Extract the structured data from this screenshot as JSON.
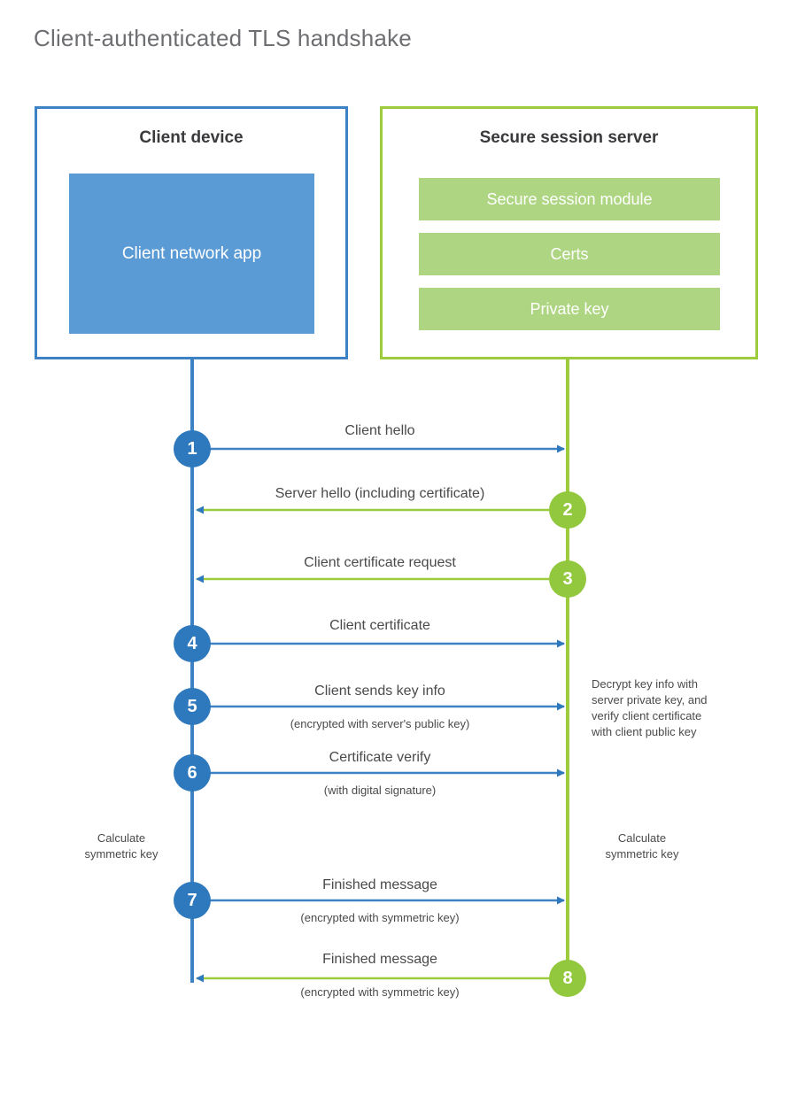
{
  "title": "Client-authenticated TLS handshake",
  "colors": {
    "client_accent": "#3C82C4",
    "client_fill": "#5B9BD5",
    "client_circle": "#2E79BD",
    "server_accent": "#9CCB3B",
    "server_fill": "#AED581",
    "server_circle": "#92C83E",
    "title_text": "#6d6e71",
    "body_text": "#4a4a4c",
    "background": "#ffffff"
  },
  "parties": {
    "client": {
      "title": "Client device",
      "app_label": "Client network app"
    },
    "server": {
      "title": "Secure session server",
      "components": [
        "Secure session module",
        "Certs",
        "Private key"
      ]
    }
  },
  "steps": [
    {
      "number": "1",
      "label": "Client hello",
      "sublabel": "",
      "direction": "client-to-server",
      "side": "client"
    },
    {
      "number": "2",
      "label": "Server hello (including certificate)",
      "sublabel": "",
      "direction": "server-to-client",
      "side": "server"
    },
    {
      "number": "3",
      "label": "Client certificate request",
      "sublabel": "",
      "direction": "server-to-client",
      "side": "server"
    },
    {
      "number": "4",
      "label": "Client certificate",
      "sublabel": "",
      "direction": "client-to-server",
      "side": "client"
    },
    {
      "number": "5",
      "label": "Client sends key info",
      "sublabel": "(encrypted with server's public key)",
      "direction": "client-to-server",
      "side": "client"
    },
    {
      "number": "6",
      "label": "Certificate verify",
      "sublabel": "(with digital signature)",
      "direction": "client-to-server",
      "side": "client"
    },
    {
      "number": "7",
      "label": "Finished message",
      "sublabel": "(encrypted with symmetric key)",
      "direction": "client-to-server",
      "side": "client"
    },
    {
      "number": "8",
      "label": "Finished message",
      "sublabel": "(encrypted with symmetric key)",
      "direction": "server-to-client",
      "side": "server"
    }
  ],
  "annotations": {
    "server_decrypt": "Decrypt key info with server private key, and verify client certificate with client public key",
    "server_decrypt_lines": [
      "Decrypt key info with",
      "server private key, and",
      "verify client certificate",
      "with client public key"
    ],
    "client_calculate_lines": [
      "Calculate",
      "symmetric key"
    ],
    "server_calculate_lines": [
      "Calculate",
      "symmetric key"
    ]
  }
}
